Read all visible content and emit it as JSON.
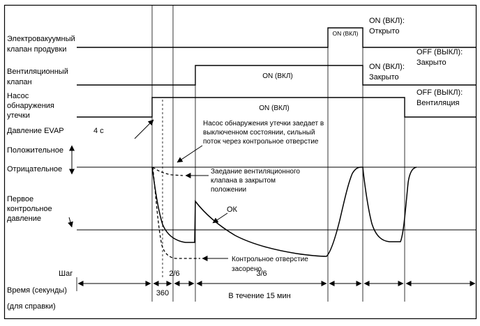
{
  "colors": {
    "line": "#000000",
    "background": "#ffffff"
  },
  "left_labels": {
    "purge1": "Электровакуумный",
    "purge2": "клапан продувки",
    "vent1": "Вентиляционный",
    "vent2": "клапан",
    "pump1": "Насос",
    "pump2": "обнаружения",
    "pump3": "утечки",
    "evap_pressure": "Давление EVAP",
    "positive": "Положительное",
    "negative": "Отрицательное",
    "first_ref1": "Первое",
    "first_ref2": "контрольное",
    "first_ref3": "давление",
    "step": "Шаг",
    "time": "Время (секунды)",
    "reference": "(для справки)"
  },
  "right_labels": {
    "purge_on1": "ON (ВКЛ):",
    "purge_on2": "Открыто",
    "purge_off1": "OFF (ВЫКЛ):",
    "purge_off2": "Закрыто",
    "vent_on1": "ON (ВКЛ):",
    "vent_on2": "Закрыто",
    "vent_off1": "OFF (ВЫКЛ):",
    "vent_off2": "Вентиляция"
  },
  "signal_labels": {
    "purge_pulse": "ON (ВКЛ)",
    "vent_on": "ON (ВКЛ)",
    "pump_on": "ON (ВКЛ)"
  },
  "annotations": {
    "four_s": "4 с",
    "pump_stuck1": "Насос обнаружения утечки заедает в",
    "pump_stuck2": "выключенном состоянии, сильный",
    "pump_stuck3": "поток через контрольное отверстие",
    "vent_stuck1": "Заедание вентиляционного",
    "vent_stuck2": "клапана в закрытом",
    "vent_stuck3": "положении",
    "ok": "ОК",
    "clogged1": "Контрольное отверстие",
    "clogged2": "засорено"
  },
  "timeline": {
    "step2": "2/6",
    "step3": "3/6",
    "duration360": "360",
    "within15min": "В течение 15 мин"
  }
}
